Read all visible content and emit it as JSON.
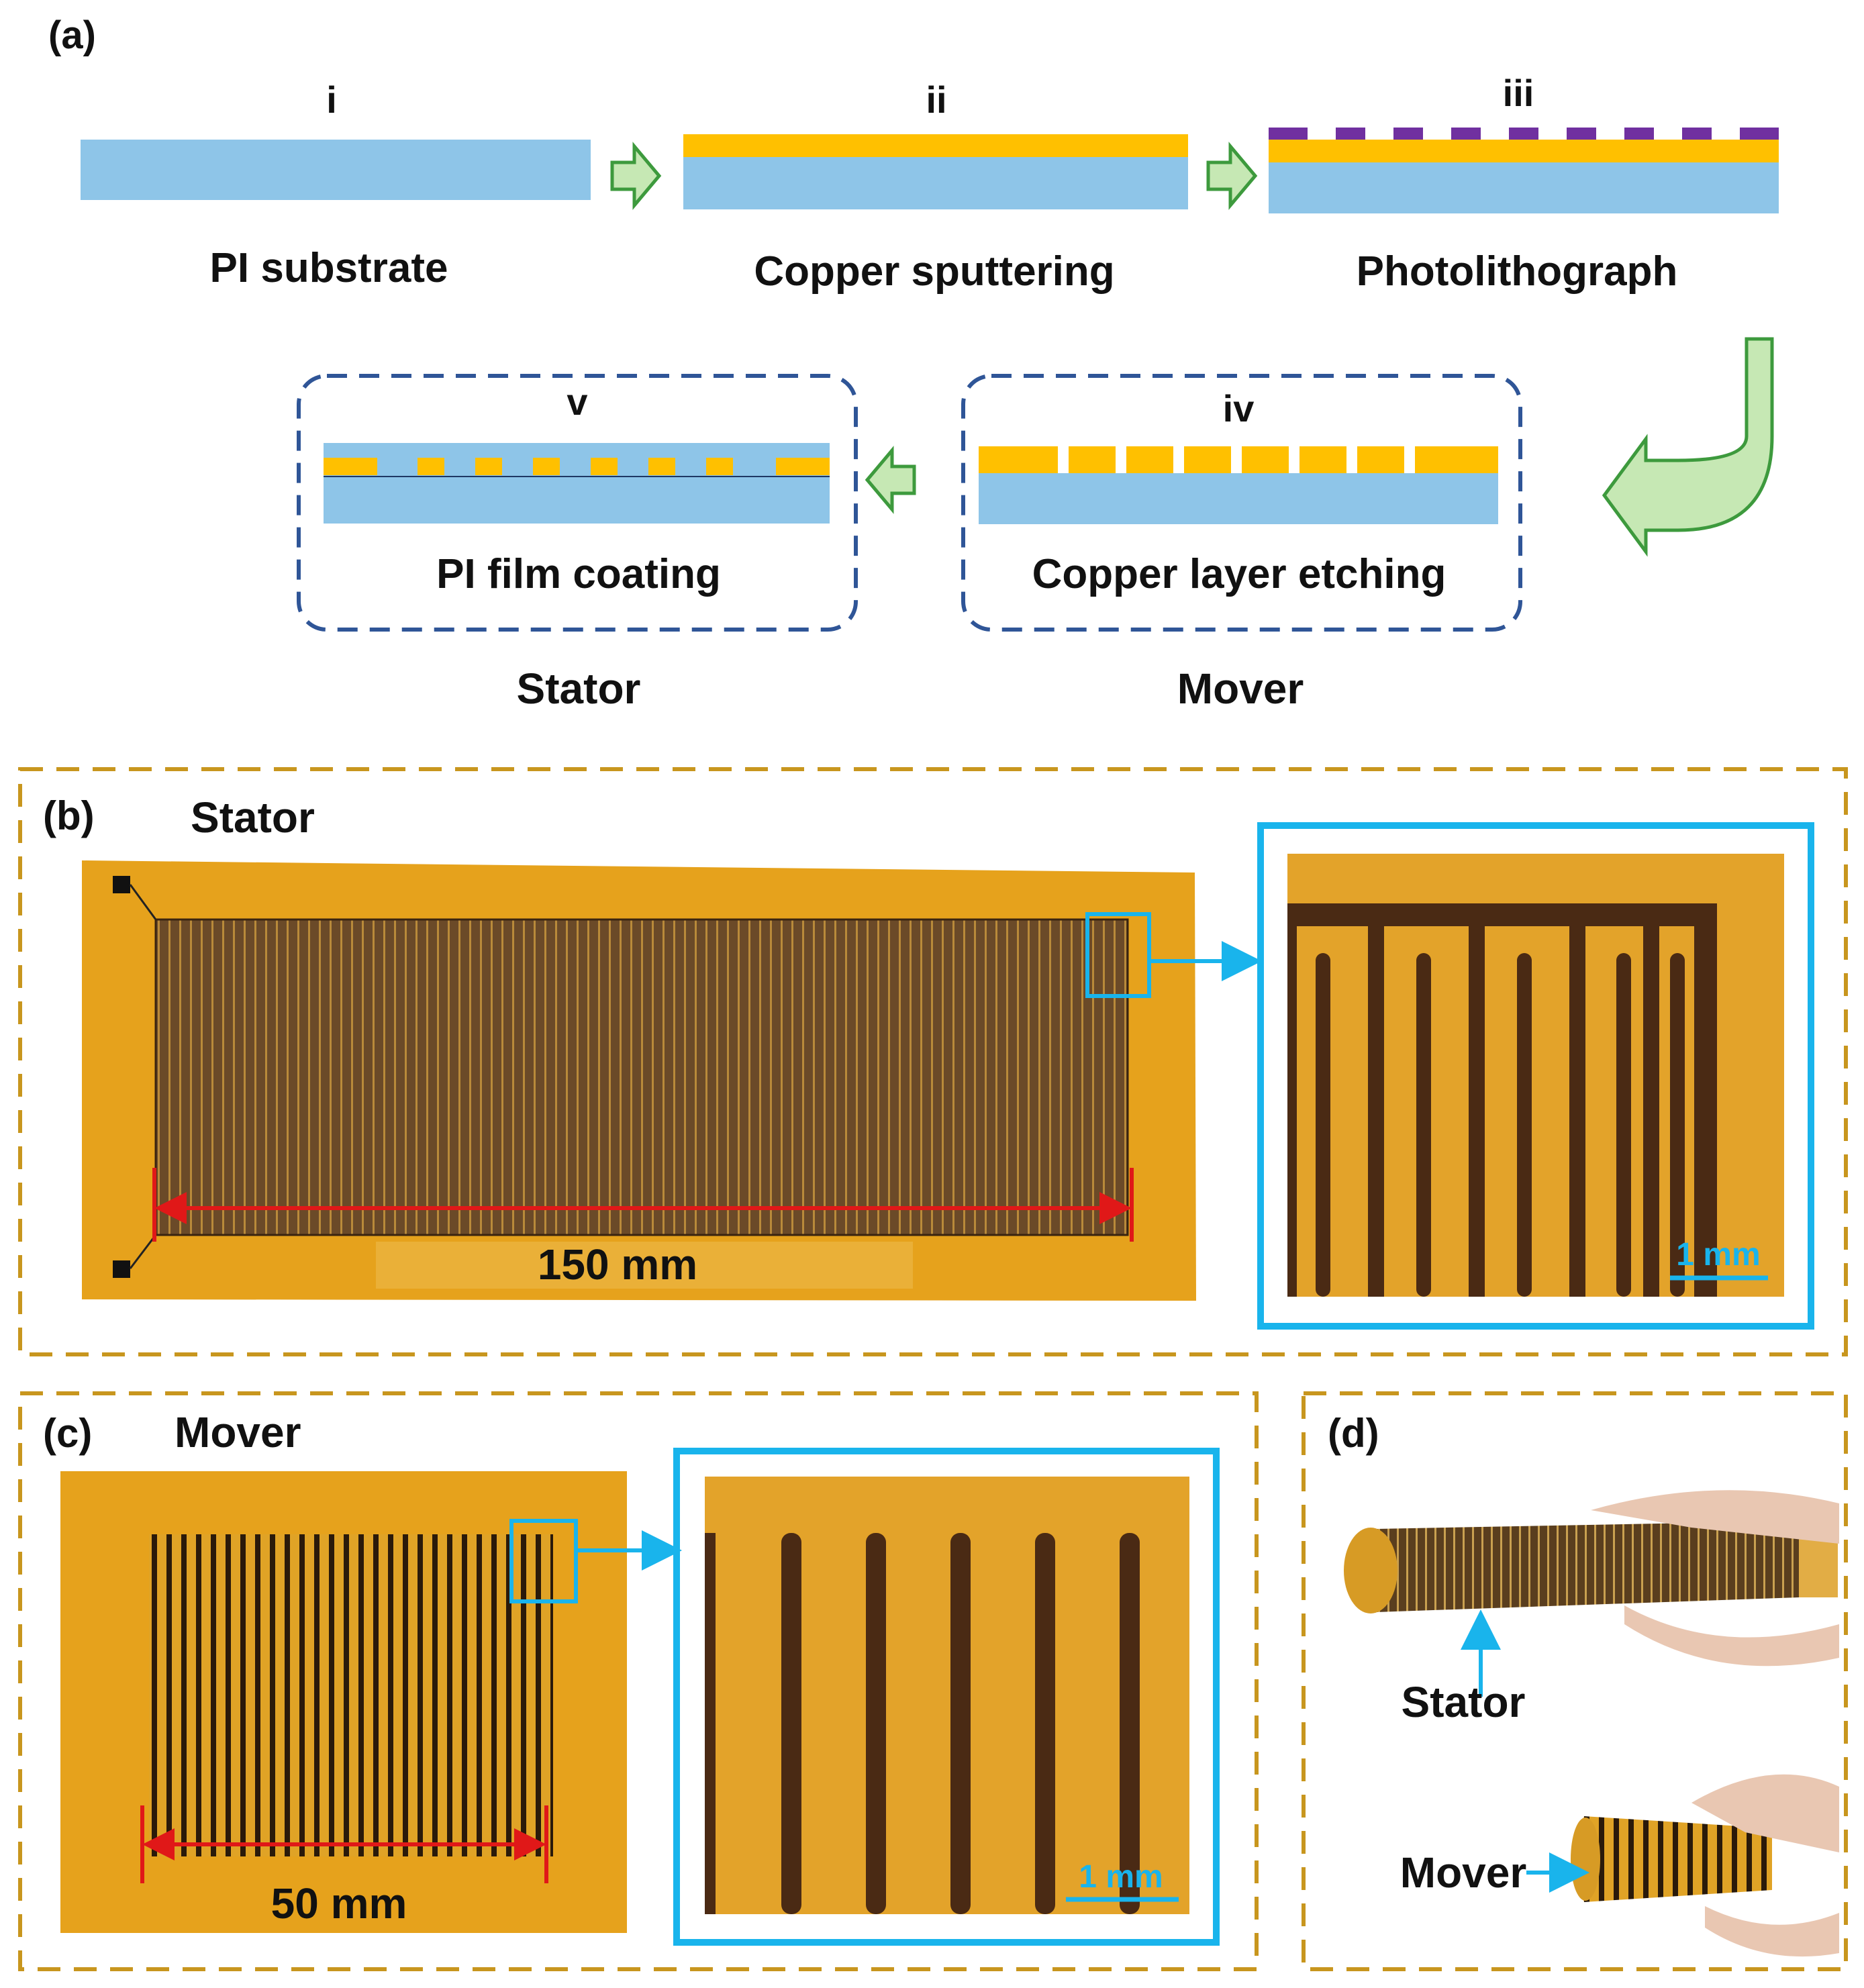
{
  "panel_a": {
    "label": "(a)",
    "steps": [
      {
        "numeral": "i",
        "caption": "PI substrate"
      },
      {
        "numeral": "ii",
        "caption": "Copper sputtering"
      },
      {
        "numeral": "iii",
        "caption": "Photolithograph"
      },
      {
        "numeral": "iv",
        "caption": "Copper layer etching"
      },
      {
        "numeral": "v",
        "caption": "PI film coating"
      }
    ],
    "group_labels": {
      "mover": "Mover",
      "stator": "Stator"
    }
  },
  "panel_b": {
    "label": "(b)",
    "title": "Stator",
    "dimension": "150 mm",
    "scale_bar": "1 mm"
  },
  "panel_c": {
    "label": "(c)",
    "title": "Mover",
    "dimension": "50 mm",
    "scale_bar": "1 mm"
  },
  "panel_d": {
    "label": "(d)",
    "stator_label": "Stator",
    "mover_label": "Mover"
  },
  "colors": {
    "pi_layer": "#8ec5e8",
    "copper_layer": "#ffc000",
    "photoresist": "#7030a0",
    "process_arrow_fill": "#c6e8b4",
    "process_arrow_stroke": "#3d9a3d",
    "group_border": "#2f5597",
    "panel_border": "#c8961e",
    "callout_cyan": "#19b4ec",
    "dimension_red": "#e01818",
    "film_orange": "#e6a21c",
    "electrode_brown": "#4a2a14"
  }
}
